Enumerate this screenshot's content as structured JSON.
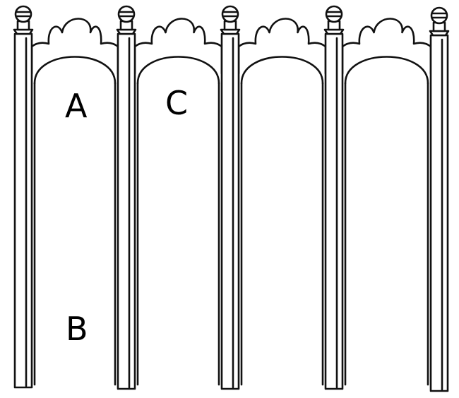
{
  "diagram": {
    "labels": {
      "a": "A",
      "b": "B",
      "c": "C"
    },
    "colors": {
      "ink": "#111111",
      "background": "#ffffff"
    },
    "post_count": 5,
    "arch_count": 4
  }
}
